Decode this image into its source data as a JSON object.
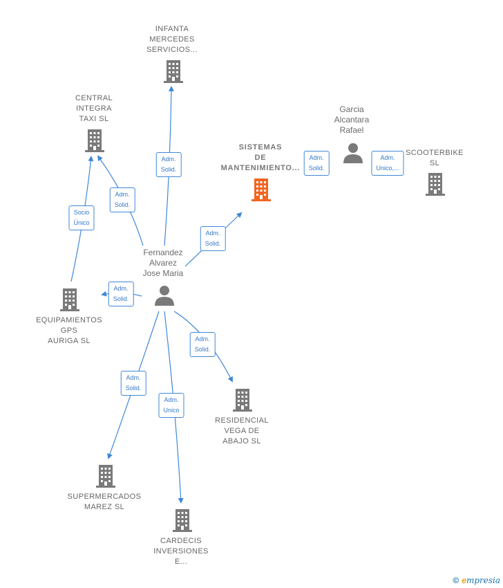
{
  "colors": {
    "edge": "#3f87d8",
    "building": "#7a7a7a",
    "building_focus": "#f26522",
    "person": "#7a7a7a"
  },
  "nodes": {
    "infanta": {
      "lines": [
        "INFANTA",
        "MERCEDES",
        "SERVICIOS..."
      ],
      "icon": "building-icon"
    },
    "central": {
      "lines": [
        "CENTRAL",
        "INTEGRA",
        "TAXI  SL"
      ],
      "icon": "building-icon"
    },
    "sistemas": {
      "lines": [
        "SISTEMAS",
        "DE",
        "MANTENIMIENTO..."
      ],
      "icon": "building-icon",
      "highlight": true
    },
    "garcia": {
      "lines": [
        "Garcia",
        "Alcantara",
        "Rafael"
      ],
      "icon": "person-icon"
    },
    "scooterbike": {
      "lines": [
        "SCOOTERBIKE",
        "SL"
      ],
      "icon": "building-icon"
    },
    "fernandez": {
      "lines": [
        "Fernandez",
        "Alvarez",
        "Jose Maria"
      ],
      "icon": "person-icon"
    },
    "equipamientos": {
      "lines": [
        "EQUIPAMIENTOS",
        "GPS",
        "AURIGA  SL"
      ],
      "icon": "building-icon"
    },
    "residencial": {
      "lines": [
        "RESIDENCIAL",
        "VEGA DE",
        "ABAJO  SL"
      ],
      "icon": "building-icon"
    },
    "supermercados": {
      "lines": [
        "SUPERMERCADOS",
        "MAREZ SL"
      ],
      "icon": "building-icon"
    },
    "cardecis": {
      "lines": [
        "CARDECIS",
        "INVERSIONES",
        "E..."
      ],
      "icon": "building-icon"
    }
  },
  "edges": {
    "infanta": [
      "Adm.",
      "Solid."
    ],
    "central": [
      "Adm.",
      "Solid."
    ],
    "equip_central": [
      "Socio",
      "Único"
    ],
    "sistemas": [
      "Adm.",
      "Solid."
    ],
    "equipamientos": [
      "Adm.",
      "Solid."
    ],
    "residencial": [
      "Adm.",
      "Solid."
    ],
    "supermercados": [
      "Adm.",
      "Solid."
    ],
    "cardecis": [
      "Adm.",
      "Unico"
    ],
    "garcia_sistemas": [
      "Adm.",
      "Solid."
    ],
    "garcia_scooterbike": [
      "Adm.",
      "Unico,..."
    ]
  },
  "brand": {
    "copyright": "©",
    "first_letter": "e",
    "rest": "mpresia"
  }
}
